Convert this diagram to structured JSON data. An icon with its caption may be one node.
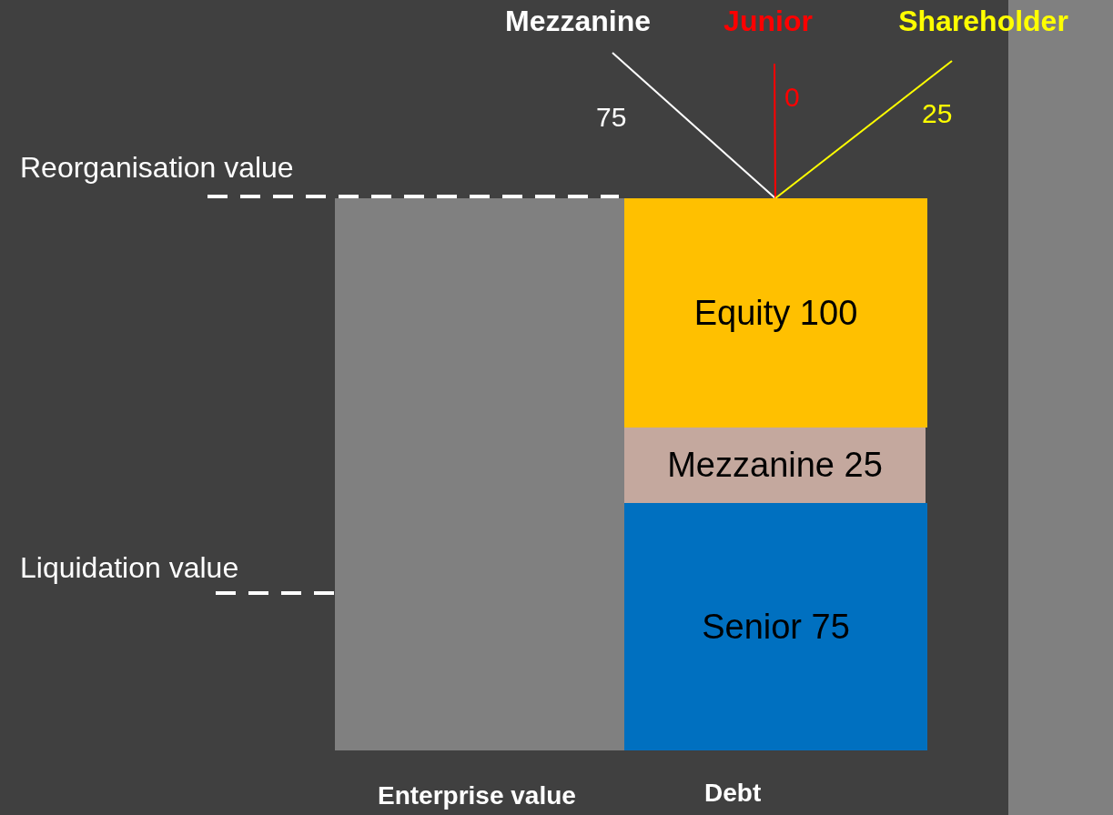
{
  "diagram": {
    "nodes": [
      {
        "text": [
          "Mezzanine"
        ]
      },
      {
        "text": [
          "Junior"
        ]
      },
      {
        "text": [
          "Shareholder"
        ]
      },
      {
        "text": [
          "Enterprise value"
        ]
      },
      {
        "text": [
          "Equity 100"
        ]
      },
      {
        "text": [
          "Mezzanine 25"
        ]
      },
      {
        "text": [
          "Senior 75"
        ]
      }
    ],
    "edges": [
      {
        "from": 4,
        "to": 0,
        "arrow": "none",
        "label": "75",
        "color": "#ffffff"
      },
      {
        "from": 4,
        "to": 1,
        "arrow": "none",
        "label": "0",
        "color": "#ff0000"
      },
      {
        "from": 4,
        "to": 2,
        "arrow": "none",
        "label": "25",
        "color": "#ffff00"
      }
    ],
    "labels": [
      "Reorganisation value",
      "Liquidation value",
      "Debt"
    ]
  }
}
